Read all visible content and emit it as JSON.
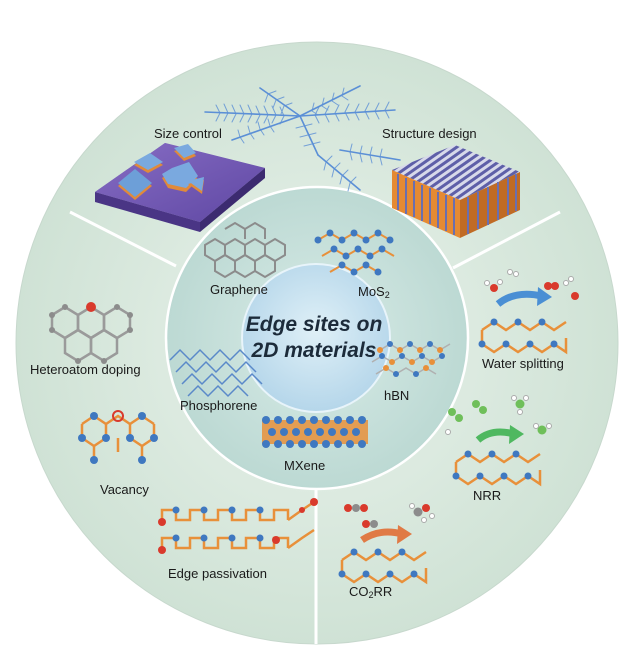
{
  "diagram": {
    "center": {
      "line1": "Edge sites on",
      "line2": "2D materials"
    },
    "inner_ring": [
      {
        "label": "Graphene"
      },
      {
        "label_main": "MoS",
        "label_sub": "2"
      },
      {
        "label": "Phosphorene"
      },
      {
        "label": "hBN"
      },
      {
        "label": "MXene"
      }
    ],
    "top_sector": [
      {
        "label": "Size control"
      },
      {
        "label": "Structure design"
      }
    ],
    "left_sector": [
      {
        "label": "Heteroatom doping"
      },
      {
        "label": "Vacancy"
      },
      {
        "label": "Edge passivation"
      }
    ],
    "right_sector": [
      {
        "label": "Water splitting"
      },
      {
        "label": "NRR"
      },
      {
        "label_pre": "CO",
        "label_sub": "2",
        "label_post": "RR"
      }
    ],
    "colors": {
      "outer_ring": "#d6e6dc",
      "inner_disc": "#c9e0de",
      "center_disc": "#bfdcec",
      "substrate": "#7b5fb5",
      "orange_atom": "#e8903a",
      "blue_atom": "#3f78c0",
      "gray_atom": "#8c8c8c",
      "red_atom": "#d93a2c",
      "green_atom": "#6fbf5a"
    }
  }
}
